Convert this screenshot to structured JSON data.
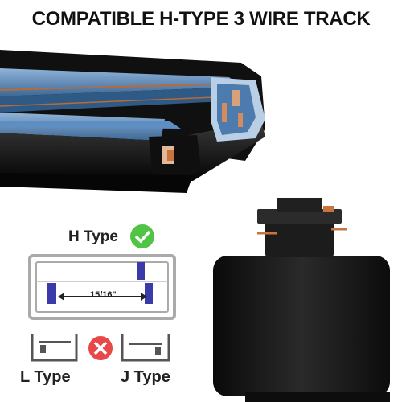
{
  "header": {
    "title": "COMPATIBLE H-TYPE 3 WIRE TRACK"
  },
  "diagram": {
    "h_type_label": "H Type",
    "dimension_label": "15/16\"",
    "l_type_label": "L Type",
    "j_type_label": "J Type"
  },
  "colors": {
    "track_black": "#141414",
    "track_blue": "#5a86b8",
    "copper": "#c9743e",
    "check_green": "#52c445",
    "cross_red": "#e8484a",
    "conductor_blue": "#3a3aa8"
  },
  "icons": {
    "compatible": "check-icon",
    "incompatible": "cross-icon"
  }
}
